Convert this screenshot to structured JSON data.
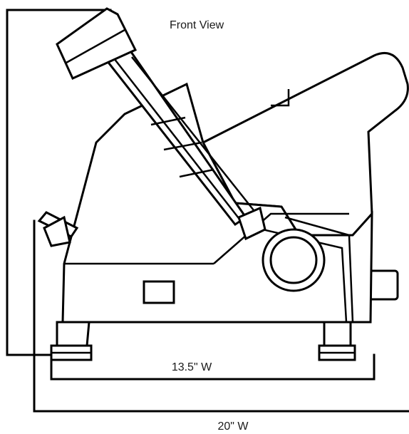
{
  "diagram": {
    "title": "Front View",
    "inner_width_label": "13.5\" W",
    "outer_width_label": "20\" W"
  }
}
